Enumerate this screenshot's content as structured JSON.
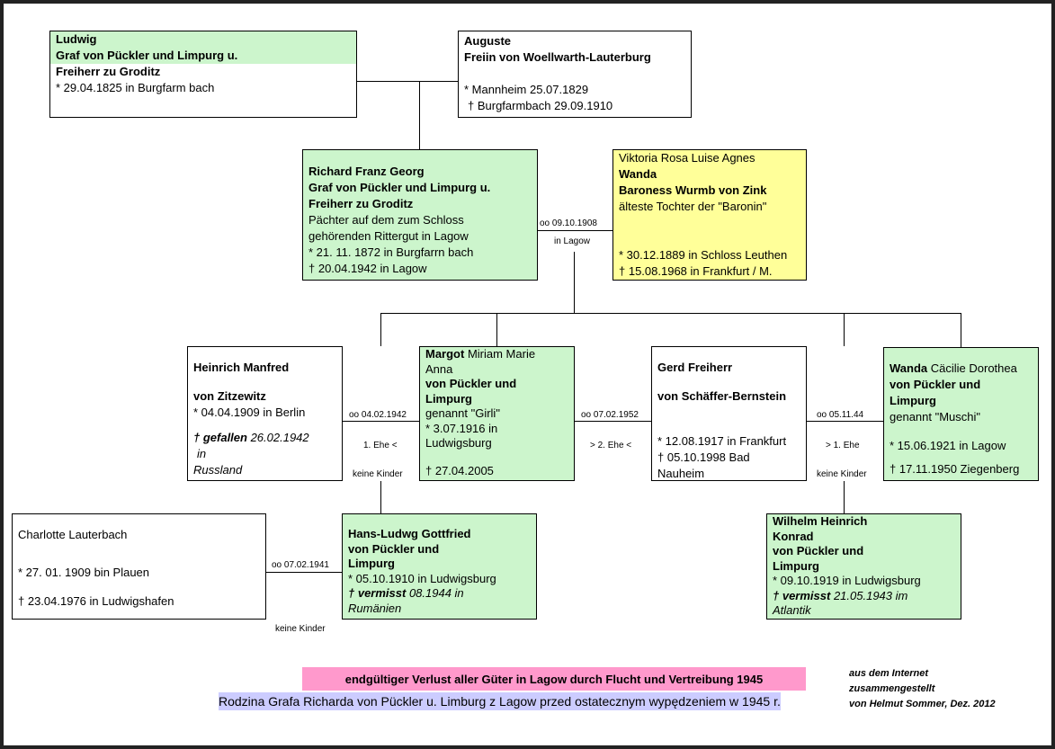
{
  "persons": {
    "ludwig": {
      "l1": "Ludwig",
      "l2": "Graf von Pückler und Limpurg u.",
      "l3": "Freiherr zu Groditz",
      "l4": "* 29.04.1825 in Burgfarm bach"
    },
    "auguste": {
      "l1": "Auguste",
      "l2": "Freiin von Woellwarth-Lauterburg",
      "l3": "* Mannheim 25.07.1829",
      "l4": "† Burgfarmbach 29.09.1910"
    },
    "richard": {
      "l1": "Richard Franz Georg",
      "l2": "Graf von Pückler und Limpurg u.",
      "l3": "Freiherr zu Groditz",
      "l4": "Pächter auf dem zum Schloss",
      "l5": "gehörenden  Rittergut in Lagow",
      "l6": "* 21. 11. 1872 in Burgfarrn bach",
      "l7": "† 20.04.1942 in Lagow"
    },
    "viktoria": {
      "l1": "Viktoria Rosa Luise Agnes",
      "l2": "Wanda",
      "l3": "Baroness Wurmb von Zink",
      "l4": "älteste Tochter der \"Baronin\"",
      "l5": "* 30.12.1889 in Schloss Leuthen",
      "l6": "† 15.08.1968 in Frankfurt / M."
    },
    "heinrich": {
      "l1": "Heinrich Manfred",
      "l2": "von Zitzewitz",
      "l3": "* 04.04.1909 in Berlin",
      "l4a": "† gefallen",
      "l4b": " 26.02.1942",
      "l5": "in",
      "l6": "Russland"
    },
    "margot": {
      "l1a": "Margot",
      "l1b": " Miriam Marie",
      "l2": "Anna",
      "l3": "von Pückler und",
      "l4": "Limpurg",
      "l5": "genannt \"Girli\"",
      "l6": "* 3.07.1916 in",
      "l7": "Ludwigsburg",
      "l8": "†  27.04.2005"
    },
    "gerd": {
      "l1": "Gerd Freiherr",
      "l2": "von Schäffer-Bernstein",
      "l3": "* 12.08.1917 in Frankfurt",
      "l4": "† 05.10.1998 Bad",
      "l5": "Nauheim"
    },
    "wanda": {
      "l1a": "Wanda",
      "l1b": " Cäcilie Dorothea",
      "l2": "von Pückler und",
      "l3": "Limpurg",
      "l4": "genannt \"Muschi\"",
      "l5": "* 15.06.1921 in Lagow",
      "l6": "† 17.11.1950 Ziegenberg"
    },
    "charlotte": {
      "l1": "Charlotte Lauterbach",
      "l2": "* 27. 01. 1909 bin Plauen",
      "l3": "† 23.04.1976 in Ludwigshafen"
    },
    "hans": {
      "l1": "Hans-Ludwg Gottfried",
      "l2": "von Pückler und",
      "l3": "Limpurg",
      "l4": "* 05.10.1910 in Ludwigsburg",
      "l5a": "† vermisst",
      "l5b": "  08.1944 in",
      "l6": "Rumänien"
    },
    "wilhelm": {
      "l1": "Wilhelm Heinrich",
      "l2": "Konrad",
      "l3": "von Pückler und",
      "l4": "Limpurg",
      "l5": "* 09.10.1919 in Ludwigsburg",
      "l6a": "† vermisst",
      "l6b": " 21.05.1943 im",
      "l7": "Atlantik"
    }
  },
  "labels": {
    "marriage_richard": "oo 09.10.1908",
    "marriage_richard_place": "in Lagow",
    "marriage_heinrich": "oo 04.02.1942",
    "ehe_heinrich": "1. Ehe <",
    "kinder_heinrich": "keine Kinder",
    "marriage_gerd": "oo 07.02.1952",
    "ehe_gerd": "> 2. Ehe <",
    "marriage_wanda": "oo 05.11.44",
    "ehe_wanda": "> 1. Ehe",
    "kinder_wanda": "keine Kinder",
    "marriage_charlotte": "oo 07.02.1941",
    "kinder_charlotte": "keine Kinder"
  },
  "footer": {
    "pink_note": "endgültiger Verlust aller Güter in Lagow durch Flucht und Vertreibung 1945",
    "polish_note": "Rodzina Grafa Richarda von Pückler u. Limburg z Lagow przed ostatecznym wypędzeniem w 1945 r.",
    "credit1": "aus dem Internet",
    "credit2": "zusammengestellt",
    "credit3": "von Helmut Sommer, Dez. 2012"
  },
  "colors": {
    "green": "#ccf5cc",
    "yellow": "#ffff99",
    "pink": "#ff99cc",
    "blue": "#ccccff"
  }
}
